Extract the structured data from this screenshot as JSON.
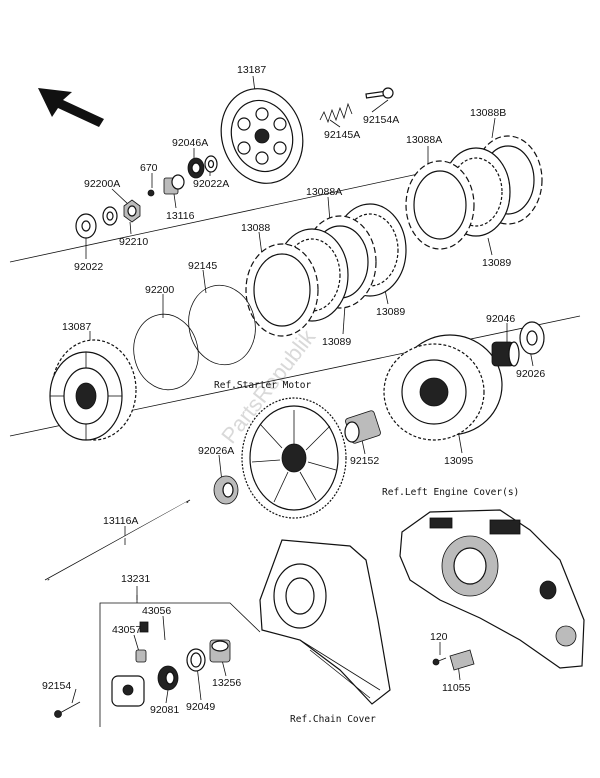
{
  "labels": {
    "p13187": "13187",
    "p92154A": "92154A",
    "p92145A": "92145A",
    "p13088B": "13088B",
    "p13088A_top": "13088A",
    "p92046A": "92046A",
    "p670": "670",
    "p92200A": "92200A",
    "p92022A": "92022A",
    "p13116": "13116",
    "p92210": "92210",
    "p92022": "92022",
    "p13088A_mid": "13088A",
    "p13088": "13088",
    "p92145": "92145",
    "p13089_right": "13089",
    "p13089_mid": "13089",
    "p13089_low": "13089",
    "p92200": "92200",
    "p13087": "13087",
    "p92046": "92046",
    "p92026": "92026",
    "p92026A": "92026A",
    "p92152": "92152",
    "p13095": "13095",
    "p13116A": "13116A",
    "p13231": "13231",
    "p43056": "43056",
    "p43057": "43057",
    "p92154": "92154",
    "p92081": "92081",
    "p92049": "92049",
    "p13256": "13256",
    "p120": "120",
    "p11055": "11055"
  },
  "references": {
    "starter_motor": "Ref.Starter Motor",
    "left_engine_cover": "Ref.Left Engine Cover(s)",
    "chain_cover": "Ref.Chain Cover"
  },
  "watermark": "PartsRepublik",
  "icons": {
    "direction_arrow": "direction-arrow-icon"
  }
}
